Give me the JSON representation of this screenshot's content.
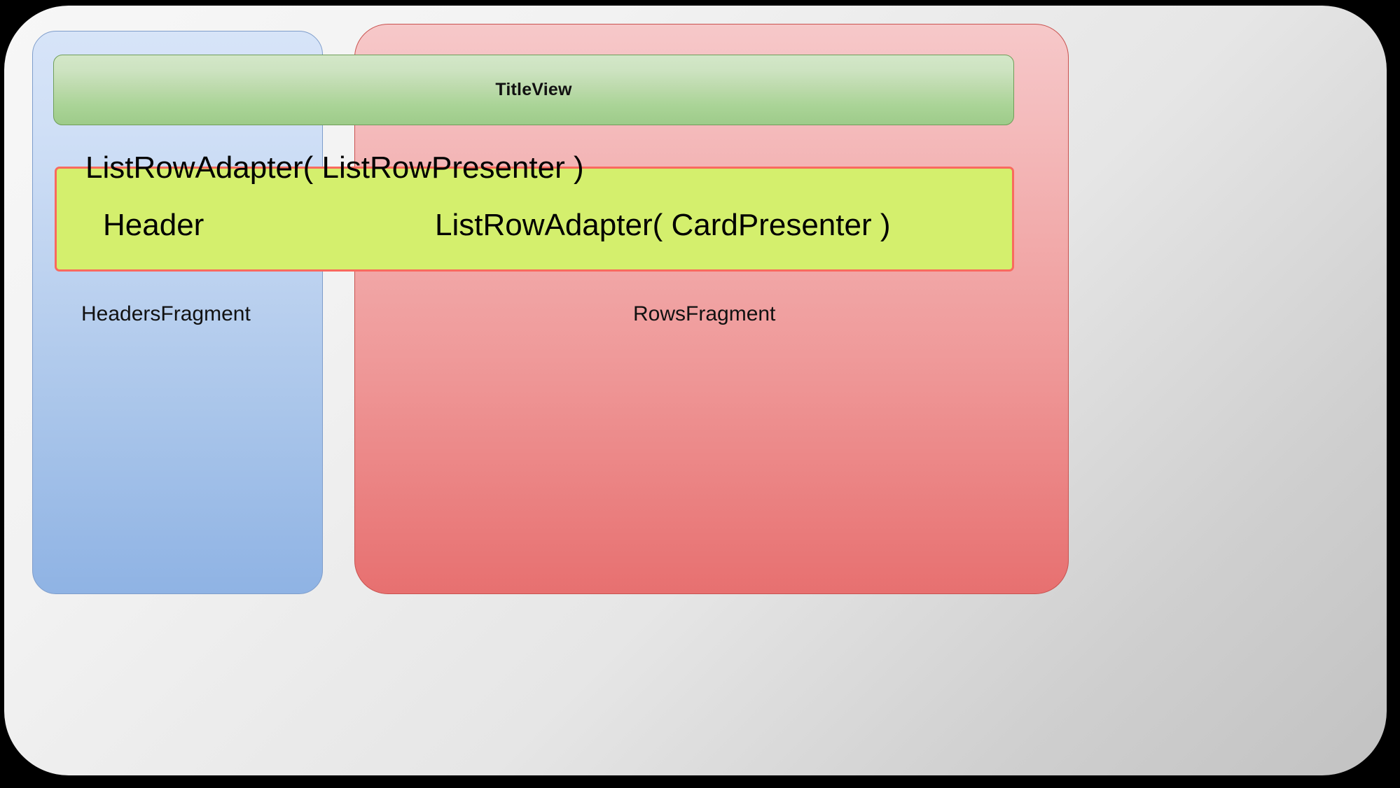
{
  "diagram": {
    "title_view": {
      "label": "TitleView",
      "fill_top": "#d3e7c8",
      "fill_bottom": "#9ecb8a",
      "border_color": "#6f9e59"
    },
    "headers_fragment": {
      "label": "HeadersFragment",
      "fill_top": "#d7e4f8",
      "fill_bottom": "#8fb3e4",
      "border_color": "#7e9dcb"
    },
    "rows_fragment": {
      "label": "RowsFragment",
      "fill_top": "#f6c8c9",
      "fill_bottom": "#e77070",
      "border_color": "#c9524f"
    },
    "list_row_adapter_presenter": {
      "label": "ListRowAdapter( ListRowPresenter )"
    },
    "header_row": {
      "label": "Header"
    },
    "card_presenter_box": {
      "label": "ListRowAdapter( CardPresenter )",
      "fill": "#d4ef6d",
      "border_color": "#f96a5e"
    },
    "outer_container": {
      "fill_start": "#f7f7f7",
      "fill_end": "#c2c2c2"
    },
    "background_color": "#000000"
  }
}
